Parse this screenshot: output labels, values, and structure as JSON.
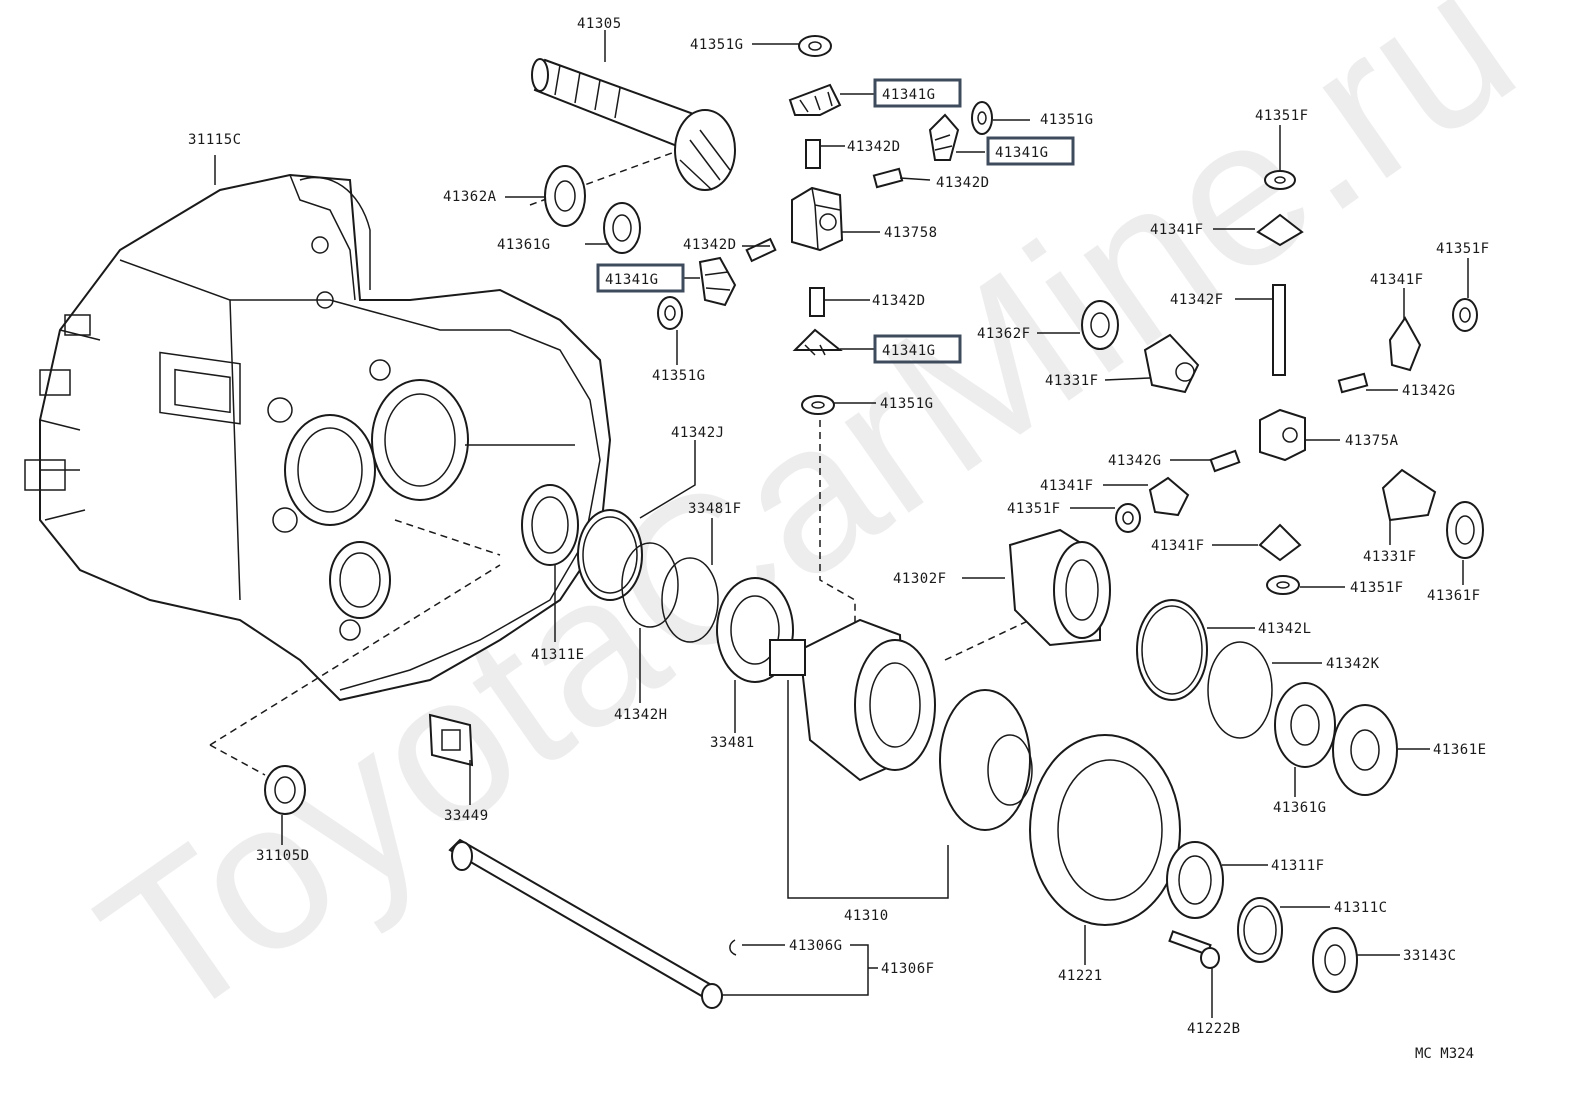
{
  "watermark": "ToyotaCarMine.ru",
  "diagram_code": "MC  M324",
  "parts": [
    {
      "id": "41305"
    },
    {
      "id": "41351G"
    },
    {
      "id": "41341G",
      "highlighted": true
    },
    {
      "id": "41351G"
    },
    {
      "id": "41341G",
      "highlighted": true
    },
    {
      "id": "41342D"
    },
    {
      "id": "41342D"
    },
    {
      "id": "31115C"
    },
    {
      "id": "41362A"
    },
    {
      "id": "41361G"
    },
    {
      "id": "41342D"
    },
    {
      "id": "413758"
    },
    {
      "id": "41341G",
      "highlighted": true
    },
    {
      "id": "41351G"
    },
    {
      "id": "41342D"
    },
    {
      "id": "41341G",
      "highlighted": true
    },
    {
      "id": "41351G"
    },
    {
      "id": "41342J"
    },
    {
      "id": "33481F"
    },
    {
      "id": "41311E"
    },
    {
      "id": "41342H"
    },
    {
      "id": "33481"
    },
    {
      "id": "33449"
    },
    {
      "id": "31105D"
    },
    {
      "id": "41310"
    },
    {
      "id": "41306G"
    },
    {
      "id": "41306F"
    },
    {
      "id": "41351F"
    },
    {
      "id": "41341F"
    },
    {
      "id": "41351F"
    },
    {
      "id": "41342F"
    },
    {
      "id": "41341F"
    },
    {
      "id": "41362F"
    },
    {
      "id": "41331F"
    },
    {
      "id": "41342G"
    },
    {
      "id": "41375A"
    },
    {
      "id": "41342G"
    },
    {
      "id": "41341F"
    },
    {
      "id": "41351F"
    },
    {
      "id": "41341F"
    },
    {
      "id": "41331F"
    },
    {
      "id": "41302F"
    },
    {
      "id": "41351F"
    },
    {
      "id": "41361F"
    },
    {
      "id": "41342L"
    },
    {
      "id": "41342K"
    },
    {
      "id": "41361E"
    },
    {
      "id": "41361G"
    },
    {
      "id": "41311F"
    },
    {
      "id": "41311C"
    },
    {
      "id": "33143C"
    },
    {
      "id": "41221"
    },
    {
      "id": "41222B"
    }
  ]
}
